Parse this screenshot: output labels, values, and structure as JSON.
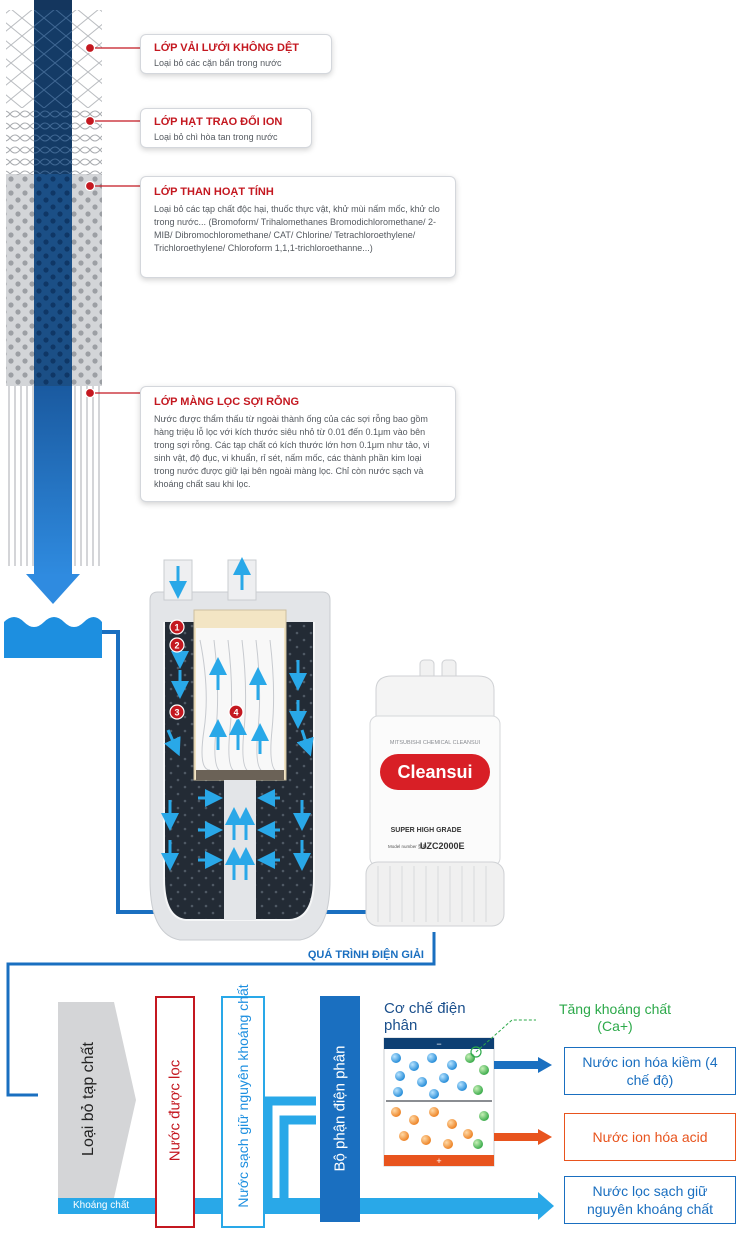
{
  "layers": [
    {
      "number": "1",
      "title": "LỚP VẢI LƯỚI KHÔNG DỆT",
      "desc": "Loại bỏ các cặn bẩn trong nước"
    },
    {
      "number": "2",
      "title": "LỚP HẠT TRAO ĐỔI ION",
      "desc": "Loại bỏ chì hòa tan trong nước"
    },
    {
      "number": "3",
      "title": "LỚP THAN HOẠT TÍNH",
      "desc": "Loại bỏ các tạp chất độc hại, thuốc thực vật, khử mùi nấm mốc, khử clo trong nước... (Bromoform/ Trihalomethanes Bromodichloromethane/ 2-MIB/ Dibromochloromethane/ CAT/ Chlorine/ Tetrachloroethylene/ Trichloroethylene/ Chloroform 1,1,1-trichloroethanne...)"
    },
    {
      "number": "4",
      "title": "LỚP MÀNG LỌC SỢI RỖNG",
      "desc": "Nước được thẩm thấu từ ngoài thành ống của các sợi rỗng bao gồm hàng triệu lỗ lọc với kích thước siêu nhỏ từ 0.01 đến 0.1μm vào bên trong sợi rỗng. Các tạp chất có kích thước lớn hơn 0.1μm như tảo, vi sinh vật, độ đục, vi khuẩn, rỉ sét, nấm mốc, các thành phần kim loại trong nước được giữ lại bên ngoài màng lọc. Chỉ còn nước sạch và khoáng chất sau khi lọc."
    }
  ],
  "cartridge": {
    "brand_small": "MITSUBISHI CHEMICAL CLEANSUI",
    "brand": "Cleansui",
    "grade": "SUPER HIGH GRADE",
    "model_label": "Model number 型番",
    "model": "UZC2000E"
  },
  "process": {
    "title": "QUÁ TRÌNH ĐIỆN GIẢI",
    "step_remove": "Loại bỏ tạp chất",
    "step_filtered": "Nước được lọc",
    "step_clean": "Nước sạch giữ nguyên khoáng chất",
    "step_electrolysis": "Bộ phận điện phân",
    "mineral_label": "Khoáng chất",
    "mechanism": "Cơ chế điện phân",
    "mineral_boost": "Tăng khoáng chất (Ca+)",
    "minus": "−",
    "plus": "+"
  },
  "outputs": [
    {
      "label": "Nước ion hóa kiềm (4 chế độ)",
      "color": "#1a6fc0"
    },
    {
      "label": "Nước ion hóa acid",
      "color": "#e8541e"
    },
    {
      "label": "Nước lọc sạch giữ nguyên khoáng chất",
      "color": "#1a6fc0"
    }
  ],
  "colors": {
    "accent_red": "#c41820",
    "water_blue": "#1d8fe0",
    "dark_blue": "#0d3f73",
    "light_blue": "#29a8e8",
    "orange": "#f07a22",
    "green": "#2ca94a"
  }
}
